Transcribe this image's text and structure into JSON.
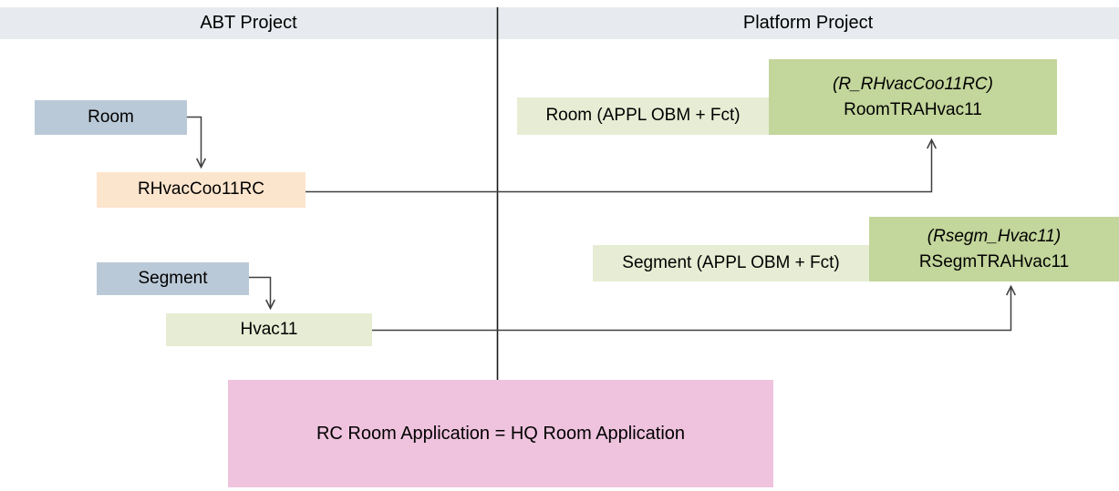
{
  "diagram": {
    "columns": [
      {
        "label": "ABT Project"
      },
      {
        "label": "Platform Project"
      }
    ],
    "abt": {
      "room": "Room",
      "room_rc": "RHvacCoo11RC",
      "segment": "Segment",
      "segment_hvac": "Hvac11"
    },
    "platform": {
      "room_appl": "Room (APPL OBM + Fct)",
      "room_tra_alias": "(R_RHvacCoo11RC)",
      "room_tra": "RoomTRAHvac11",
      "segment_appl": "Segment (APPL OBM + Fct)",
      "segment_tra_alias": "(Rsegm_Hvac11)",
      "segment_tra": "RSegmTRAHvac11"
    },
    "note": "RC Room Application = HQ Room Application",
    "colors": {
      "header_bg": "#e7ebef",
      "entity_bg": "#bac9d7",
      "rc_highlight_bg": "#fce5cd",
      "appl_bg": "#e6edd4",
      "tra_bg": "#c3d69b",
      "note_bg": "#efc3de",
      "divider": "#1a1a1a",
      "connector": "#404040"
    }
  }
}
